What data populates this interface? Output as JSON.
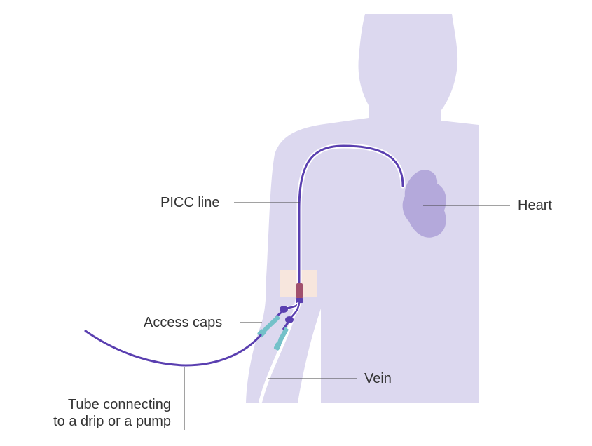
{
  "labels": {
    "picc_line": "PICC line",
    "heart": "Heart",
    "access_caps": "Access caps",
    "vein": "Vein",
    "tube_line1": "Tube connecting",
    "tube_line2": "to a drip or a pump"
  },
  "colors": {
    "body": "#dcd8ef",
    "heart": "#b4a9db",
    "picc": "#5a3fb0",
    "dressing": "#f7e6dd",
    "cap": "#74c1c9",
    "hub": "#a1506d",
    "leader": "#444444",
    "text": "#333333"
  }
}
